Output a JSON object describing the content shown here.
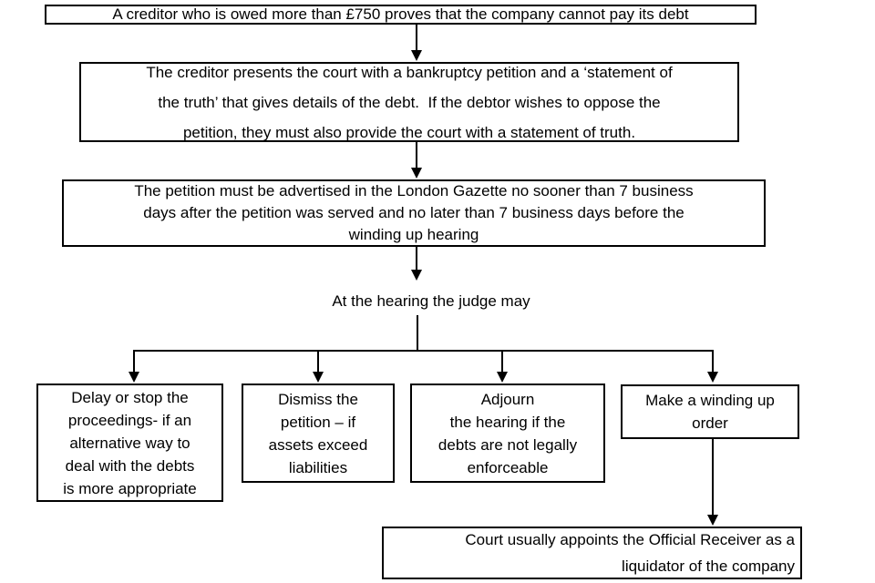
{
  "colors": {
    "background": "#ffffff",
    "border": "#000000",
    "text": "#000000"
  },
  "flowchart": {
    "box_creditor": {
      "text": "A creditor who is owed more than £750 proves that the company cannot pay its debt"
    },
    "box_petition": {
      "lines": [
        "The creditor presents the court with a bankruptcy petition and a ‘statement of",
        "the truth’ that gives details of the debt.  If the debtor wishes to oppose the",
        "petition, they must also provide the court with a statement of truth."
      ]
    },
    "box_gazette": {
      "lines": [
        "The petition must be advertised in the London Gazette no sooner than 7 business",
        "days after the petition was served and no later than 7 business days before the",
        "winding up hearing"
      ]
    },
    "label_hearing": {
      "text": "At the hearing the judge may"
    },
    "box_delay": {
      "lines": [
        "Delay or stop the",
        "proceedings- if an",
        "alternative way to",
        "deal with the debts",
        "is more appropriate"
      ]
    },
    "box_dismiss": {
      "lines": [
        "Dismiss the",
        "petition – if",
        "assets exceed",
        "liabilities"
      ]
    },
    "box_adjourn": {
      "lines": [
        "Adjourn",
        "the hearing if the",
        "debts are not legally",
        "enforceable"
      ]
    },
    "box_winding_order": {
      "lines": [
        "Make a winding up",
        "order"
      ]
    },
    "box_receiver": {
      "lines": [
        "Court usually appoints the Official Receiver as a",
        "liquidator of the company"
      ]
    }
  }
}
